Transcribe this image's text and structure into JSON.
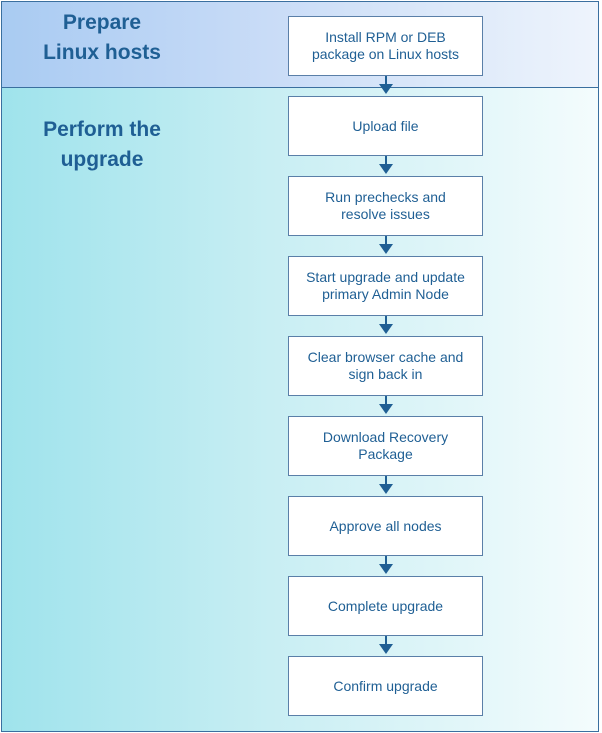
{
  "sections": {
    "prepare": {
      "title_lines": [
        "Prepare",
        "Linux hosts"
      ]
    },
    "perform": {
      "title_lines": [
        "Perform the",
        "upgrade"
      ]
    }
  },
  "steps": [
    {
      "lines": [
        "Install RPM or DEB",
        "package on Linux hosts"
      ]
    },
    {
      "lines": [
        "Upload file"
      ]
    },
    {
      "lines": [
        "Run prechecks and",
        "resolve issues"
      ]
    },
    {
      "lines": [
        "Start upgrade and update",
        "primary Admin Node"
      ]
    },
    {
      "lines": [
        "Clear browser cache and",
        "sign back in"
      ]
    },
    {
      "lines": [
        "Download Recovery",
        "Package"
      ]
    },
    {
      "lines": [
        "Approve all nodes"
      ]
    },
    {
      "lines": [
        "Complete upgrade"
      ]
    },
    {
      "lines": [
        "Confirm upgrade"
      ]
    }
  ],
  "colors": {
    "accent": "#1f5f94",
    "prepare_band": "#a9cbf2",
    "perform_band": "#9fe3ec"
  }
}
